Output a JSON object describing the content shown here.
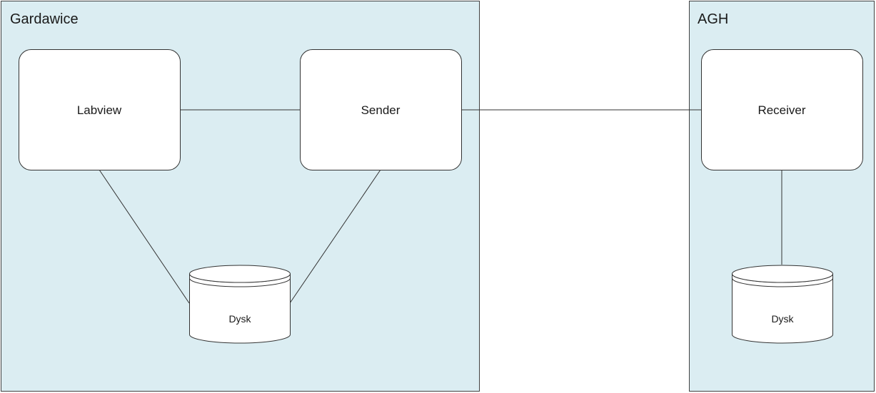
{
  "zones": {
    "gardawice": {
      "title": "Gardawice"
    },
    "agh": {
      "title": "AGH"
    }
  },
  "nodes": {
    "labview": {
      "label": "Labview"
    },
    "sender": {
      "label": "Sender"
    },
    "receiver": {
      "label": "Receiver"
    }
  },
  "disks": {
    "gardawice_disk": {
      "label": "Dysk"
    },
    "agh_disk": {
      "label": "Dysk"
    }
  },
  "colors": {
    "zone_fill": "#dbedf2",
    "zone_border": "#404040",
    "node_fill": "#ffffff",
    "line": "#333333"
  }
}
